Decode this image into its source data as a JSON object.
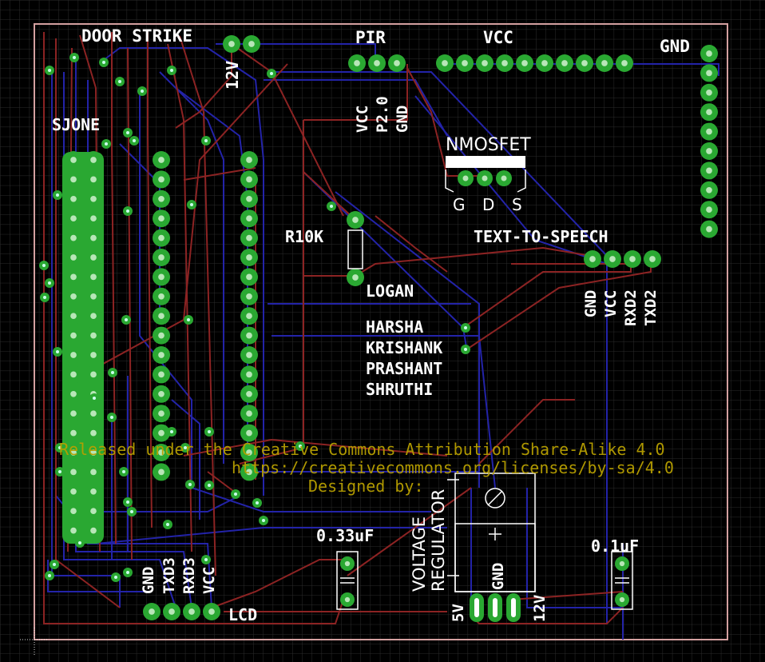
{
  "board": {
    "labels": {
      "door_strike": "DOOR STRIKE",
      "sjone": "SJONE",
      "v12": "12V",
      "pir": "PIR",
      "vcc": "VCC",
      "gnd": "GND",
      "pir_vcc": "VCC",
      "pir_p20": "P2.0",
      "pir_gnd": "GND",
      "nmosfet": "NMOSFET",
      "gate": "G",
      "drain": "D",
      "source": "S",
      "r10k": "R10K",
      "tts": "TEXT-TO-SPEECH",
      "tts_gnd": "GND",
      "tts_vcc": "VCC",
      "tts_rxd2": "RXD2",
      "tts_txd2": "TXD2",
      "logan": "LOGAN",
      "harsha": "HARSHA",
      "krishank": "KRISHANK",
      "prashant": "PRASHANT",
      "shruthi": "SHRUTHI",
      "lcd": "LCD",
      "lcd_gnd": "GND",
      "lcd_txd3": "TXD3",
      "lcd_rxd3": "RXD3",
      "lcd_vcc": "VCC",
      "cap1": "0.33uF",
      "cap2": "0.1uF",
      "vreg_voltage": "VOLTAGE",
      "vreg_regulator": "REGULATOR",
      "vreg_5v": "5V",
      "vreg_gnd": "GND",
      "vreg_12v": "12V"
    },
    "license": {
      "line1": "Released under the Creative Commons Attribution Share-Alike 4.0",
      "line2": "https://creativecommons.org/licenses/by-sa/4.0",
      "line3": "Designed by:"
    },
    "colors": {
      "background": "#000000",
      "grid": "#2b2b2b",
      "top_trace": "#8c2323",
      "bottom_trace": "#2323a8",
      "pad": "#2aa832",
      "silkscreen": "#ffffff",
      "outline": "#d4a0a0",
      "license_text": "#b8a000"
    }
  }
}
